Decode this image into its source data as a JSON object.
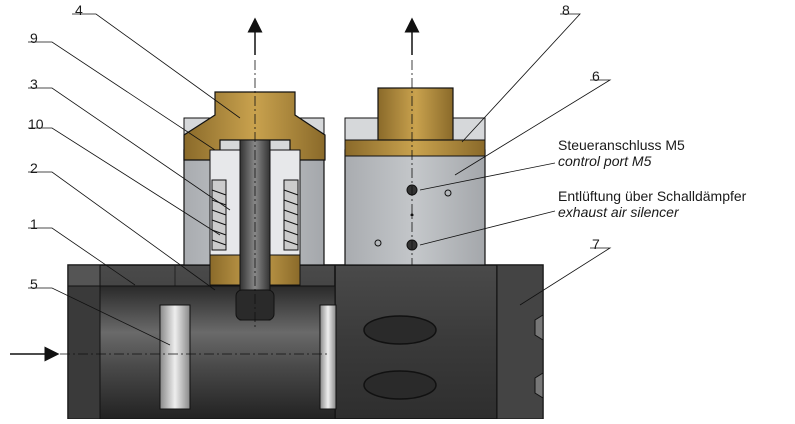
{
  "callouts": [
    {
      "id": "1",
      "text": "1"
    },
    {
      "id": "2",
      "text": "2"
    },
    {
      "id": "3",
      "text": "3"
    },
    {
      "id": "4",
      "text": "4"
    },
    {
      "id": "5",
      "text": "5"
    },
    {
      "id": "6",
      "text": "6"
    },
    {
      "id": "7",
      "text": "7"
    },
    {
      "id": "8",
      "text": "8"
    },
    {
      "id": "9",
      "text": "9"
    },
    {
      "id": "10",
      "text": "10"
    }
  ],
  "annotations": {
    "control_port_de": "Steueranschluss M5",
    "control_port_en": "control port M5",
    "exhaust_de": "Entlüftung über Schalldämpfer",
    "exhaust_en": "exhaust air silencer"
  },
  "colors": {
    "body_dark": "#3a3a3a",
    "body_mid": "#5a5a5a",
    "actuator_gray": "#b9bcc0",
    "brass": "#b08a3a",
    "brass_dark": "#7a5a1a",
    "line": "#111111"
  }
}
